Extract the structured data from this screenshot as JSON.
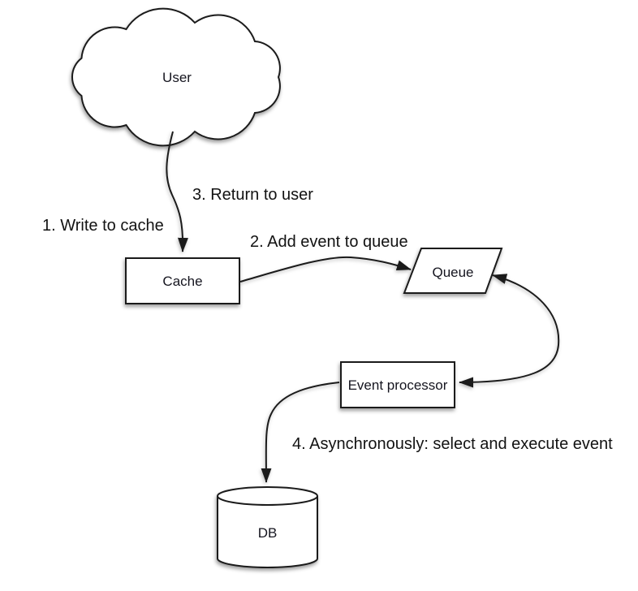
{
  "diagram": {
    "background": "#ffffff",
    "stroke_color": "#1b1b1b",
    "fill_color": "#ffffff",
    "text_color": "#15151f",
    "nodes": {
      "user": {
        "label": "User",
        "shape": "cloud"
      },
      "cache": {
        "label": "Cache",
        "shape": "rectangle"
      },
      "queue": {
        "label": "Queue",
        "shape": "parallelogram"
      },
      "event_processor": {
        "label": "Event processor",
        "shape": "rectangle"
      },
      "db": {
        "label": "DB",
        "shape": "cylinder"
      }
    },
    "annotations": {
      "step1": "1. Write to cache",
      "step2": "2. Add event to queue",
      "step3": "3. Return to user",
      "step4": "4. Asynchronously: select and execute event"
    },
    "edges": [
      {
        "from": "user",
        "to": "cache",
        "style": "arrow"
      },
      {
        "from": "cache",
        "to": "queue",
        "style": "arrow"
      },
      {
        "from": "queue",
        "to": "event_processor",
        "style": "double-arrow"
      },
      {
        "from": "event_processor",
        "to": "db",
        "style": "arrow"
      }
    ]
  }
}
